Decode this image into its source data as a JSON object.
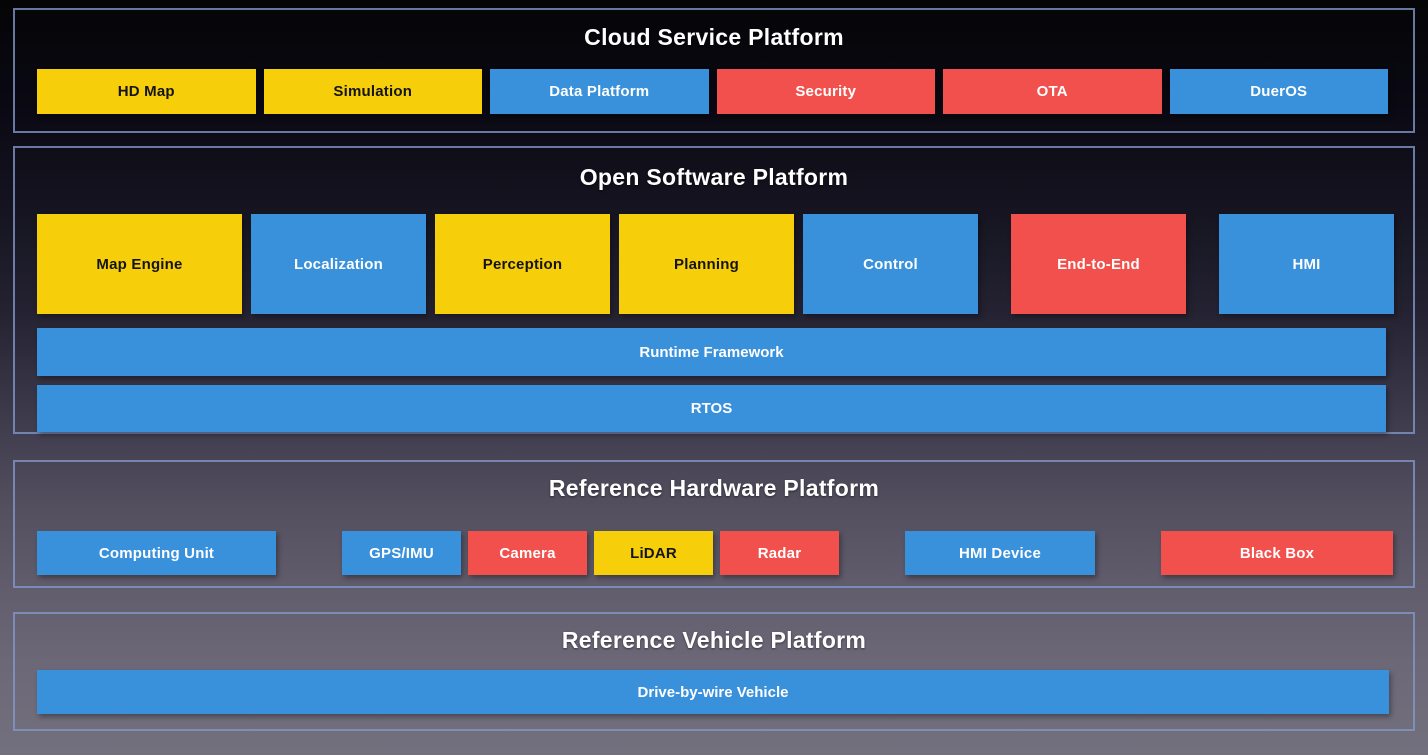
{
  "colors": {
    "yellow": "#F7CE0A",
    "blue": "#3990DB",
    "red": "#F2504D",
    "yellow_text": "#141414",
    "light_text": "#FFFFFF"
  },
  "sections": {
    "cloud": {
      "title": "Cloud Service Platform",
      "boxes": [
        {
          "label": "HD Map",
          "color": "yellow"
        },
        {
          "label": "Simulation",
          "color": "yellow"
        },
        {
          "label": "Data Platform",
          "color": "blue"
        },
        {
          "label": "Security",
          "color": "red"
        },
        {
          "label": "OTA",
          "color": "red"
        },
        {
          "label": "DuerOS",
          "color": "blue"
        }
      ]
    },
    "software": {
      "title": "Open Software Platform",
      "modules": [
        {
          "label": "Map Engine",
          "color": "yellow"
        },
        {
          "label": "Localization",
          "color": "blue"
        },
        {
          "label": "Perception",
          "color": "yellow"
        },
        {
          "label": "Planning",
          "color": "yellow"
        },
        {
          "label": "Control",
          "color": "blue"
        },
        {
          "label": "End-to-End",
          "color": "red"
        },
        {
          "label": "HMI",
          "color": "blue"
        }
      ],
      "bars": [
        {
          "label": "Runtime Framework",
          "color": "blue"
        },
        {
          "label": "RTOS",
          "color": "blue"
        }
      ]
    },
    "hardware": {
      "title": "Reference Hardware Platform",
      "boxes": [
        {
          "label": "Computing Unit",
          "color": "blue"
        },
        {
          "label": "GPS/IMU",
          "color": "blue"
        },
        {
          "label": "Camera",
          "color": "red"
        },
        {
          "label": "LiDAR",
          "color": "yellow"
        },
        {
          "label": "Radar",
          "color": "red"
        },
        {
          "label": "HMI Device",
          "color": "blue"
        },
        {
          "label": "Black Box",
          "color": "red"
        }
      ]
    },
    "vehicle": {
      "title": "Reference Vehicle Platform",
      "bars": [
        {
          "label": "Drive-by-wire Vehicle",
          "color": "blue"
        }
      ]
    }
  }
}
